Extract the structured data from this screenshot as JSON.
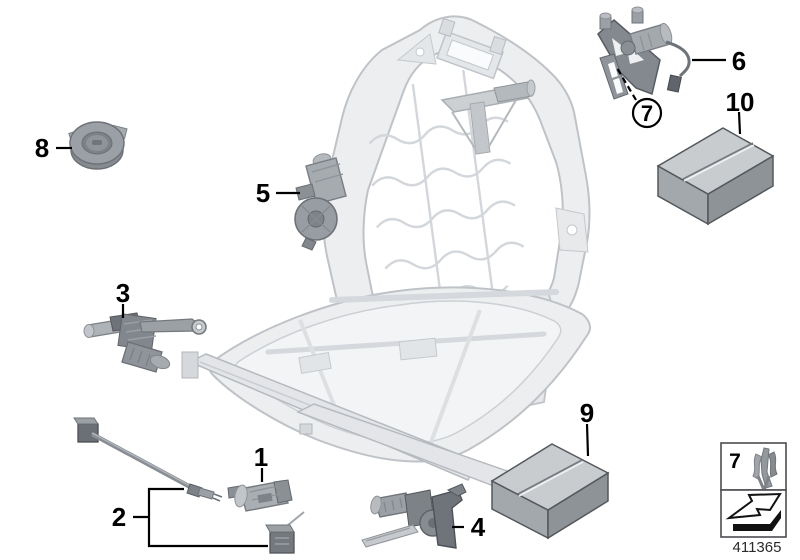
{
  "doc_number": "411365",
  "callouts": {
    "n1": "1",
    "n2": "2",
    "n3": "3",
    "n4": "4",
    "n5": "5",
    "n6": "6",
    "n7": "7",
    "n8": "8",
    "n9": "9",
    "n10": "10"
  },
  "legend": {
    "part_ref": "7",
    "icons": [
      "retaining-clip-icon",
      "installation-direction-arrow-icon"
    ]
  },
  "colors": {
    "background": "#ffffff",
    "callout_line": "#000000",
    "frame_fill": "#eceef0",
    "frame_stroke": "#bfc3c7",
    "part_gray": "#9aa0a6",
    "box_top": "#c9cccf",
    "box_left": "#a3a8ac",
    "box_front": "#8e9397"
  }
}
